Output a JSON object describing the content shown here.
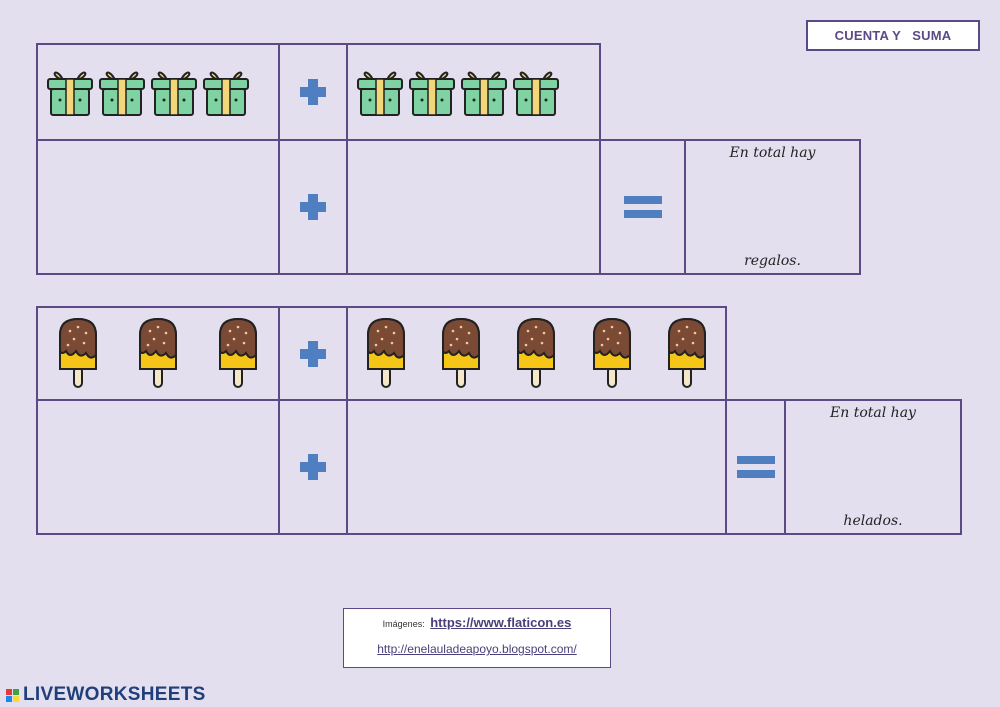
{
  "title": "CUENTA Y   SUMA",
  "exercises": [
    {
      "item_icon": "gift-icon",
      "left_count": 4,
      "right_count": 4,
      "total_prefix": "En total hay",
      "total_suffix": "regalos."
    },
    {
      "item_icon": "ice-cream-icon",
      "left_count": 3,
      "right_count": 5,
      "total_prefix": "En total hay",
      "total_suffix": "helados."
    }
  ],
  "symbols": {
    "plus": "plus-icon",
    "equals": "equals-icon"
  },
  "credits": {
    "images_label": "Imágenes:",
    "images_link": "https://www.flaticon.es",
    "blog_link": "http://enelauladeapoyo.blogspot.com/"
  },
  "brand": {
    "name": "LIVEWORKSHEETS"
  },
  "colors": {
    "background": "#e4dfef",
    "border": "#5b4a86",
    "symbol": "#4f7fc0",
    "gift_box": "#7fd3a3",
    "gift_ribbon": "#f2d77a",
    "icecream_chocolate": "#7a4a35",
    "icecream_vanilla": "#f5c518"
  }
}
